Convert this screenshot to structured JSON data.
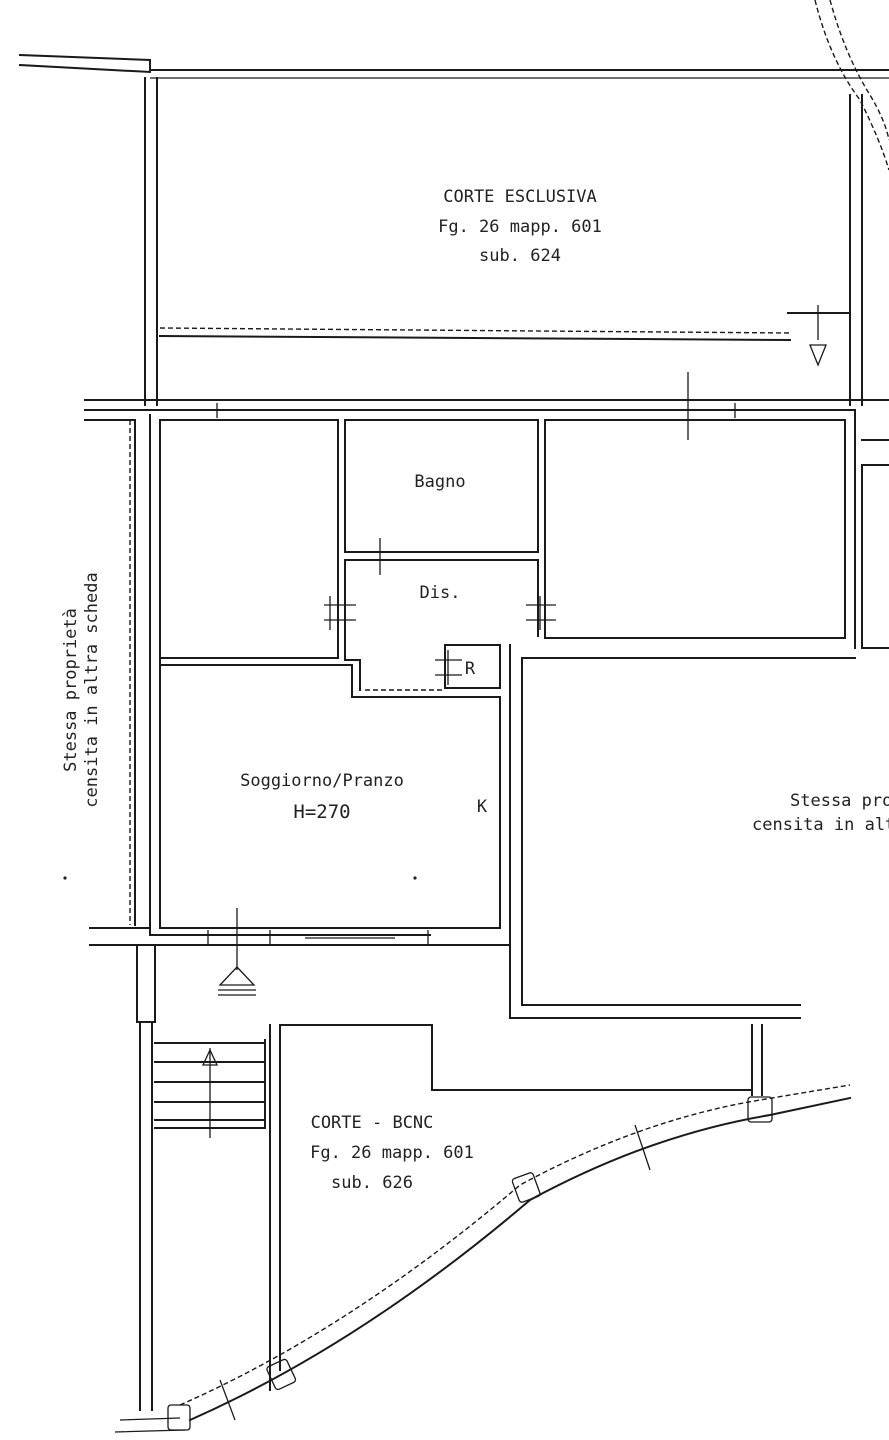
{
  "rooms": {
    "corte_esclusiva": {
      "title": "CORTE ESCLUSIVA",
      "ref": "Fg. 26 mapp. 601",
      "sub": "sub. 624"
    },
    "bagno": {
      "label": "Bagno"
    },
    "dis": {
      "label": "Dis."
    },
    "soggiorno": {
      "label": "Soggiorno/Pranzo",
      "height": "H=270"
    },
    "corte_bcnc": {
      "title": "CORTE - BCNC",
      "ref": "Fg. 26 mapp. 601",
      "sub": "sub. 626"
    }
  },
  "symbols": {
    "kitchen_mark": "K",
    "r_mark": "R"
  },
  "side_notes": {
    "left_line1": "Stessa proprietà",
    "left_line2": "censita in altra scheda",
    "right_line1": "Stessa pro",
    "right_line2": "censita in altr"
  }
}
